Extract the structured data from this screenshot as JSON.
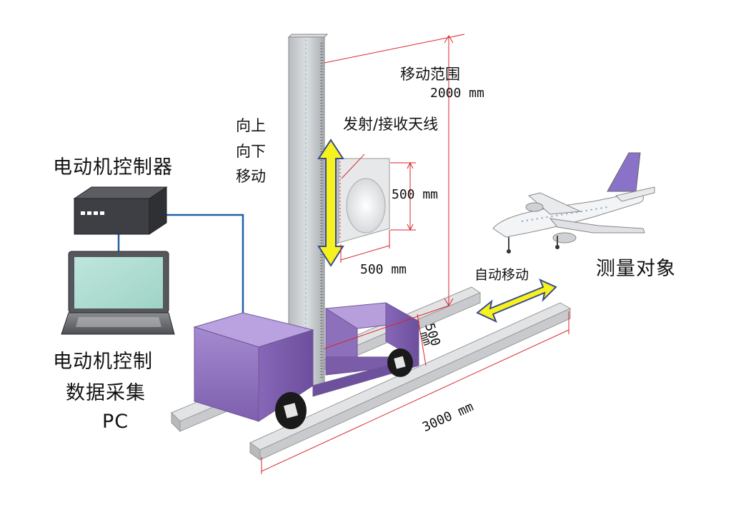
{
  "labels": {
    "motor_controller": "电动机控制器",
    "pc_line1": "电动机控制",
    "pc_line2": "数据采集",
    "pc_line3": "PC",
    "vertical_move_1": "向上",
    "vertical_move_2": "向下",
    "vertical_move_3": "移动",
    "range_title": "移动范围",
    "range_value": "2000 mm",
    "antenna": "发射/接收天线",
    "antenna_height": "500 mm",
    "antenna_width": "500 mm",
    "auto_move": "自动移动",
    "target": "测量对象",
    "rail_gap_value": "500",
    "rail_gap_unit": "mm",
    "rail_length": "3000 mm"
  },
  "colors": {
    "cart_purple": "#9b7fc4",
    "cart_dark": "#7a5ca8",
    "cable_blue": "#1f62a8",
    "arrow_yellow": "#f5f21e",
    "dimension_red": "#d9262c",
    "mast_gray": "#c9ccd0",
    "plane_purple": "#8a72c8"
  }
}
